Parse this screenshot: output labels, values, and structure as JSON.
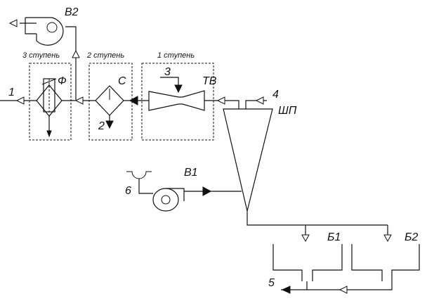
{
  "labels": {
    "b2_fan": "В2",
    "b1_fan": "В1",
    "filter": "Ф",
    "separator": "С",
    "venturi": "ТВ",
    "sludge_pump": "ШП",
    "bunker1": "Б1",
    "bunker2": "Б2"
  },
  "stages": {
    "stage3": "3 ступень",
    "stage2": "2 ступень",
    "stage1": "1 ступень"
  },
  "streams": {
    "s1": "1",
    "s2": "2",
    "s3": "3",
    "s4": "4",
    "s5": "5",
    "s6": "6"
  }
}
